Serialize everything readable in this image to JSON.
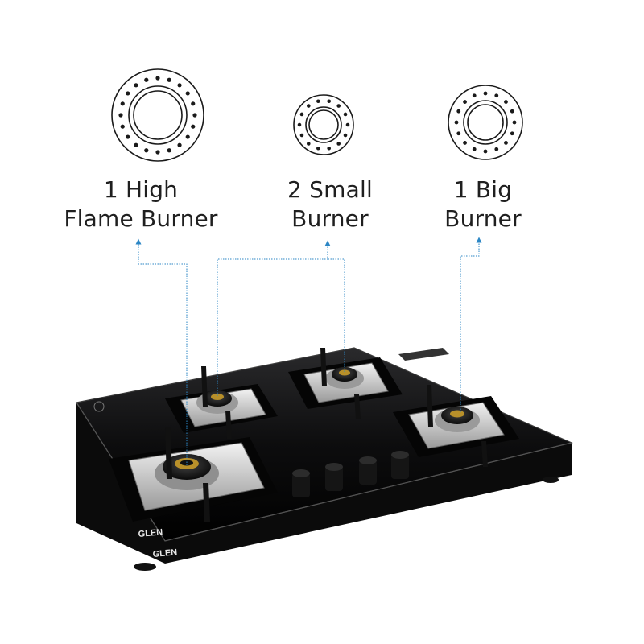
{
  "image": {
    "description_labels": [
      {
        "key": "high",
        "line1": "1 High",
        "line2": "Flame Burner"
      },
      {
        "key": "small",
        "line1": "2 Small",
        "line2": "Burner"
      },
      {
        "key": "big",
        "line1": "1 Big",
        "line2": "Burner"
      }
    ],
    "brand": "GLEN",
    "colors": {
      "glass": "#0f0f10",
      "steel": "#c9c9c9",
      "brass": "#b8902a",
      "leader_line": "#2b86c5",
      "text": "#1f1f1f"
    }
  }
}
